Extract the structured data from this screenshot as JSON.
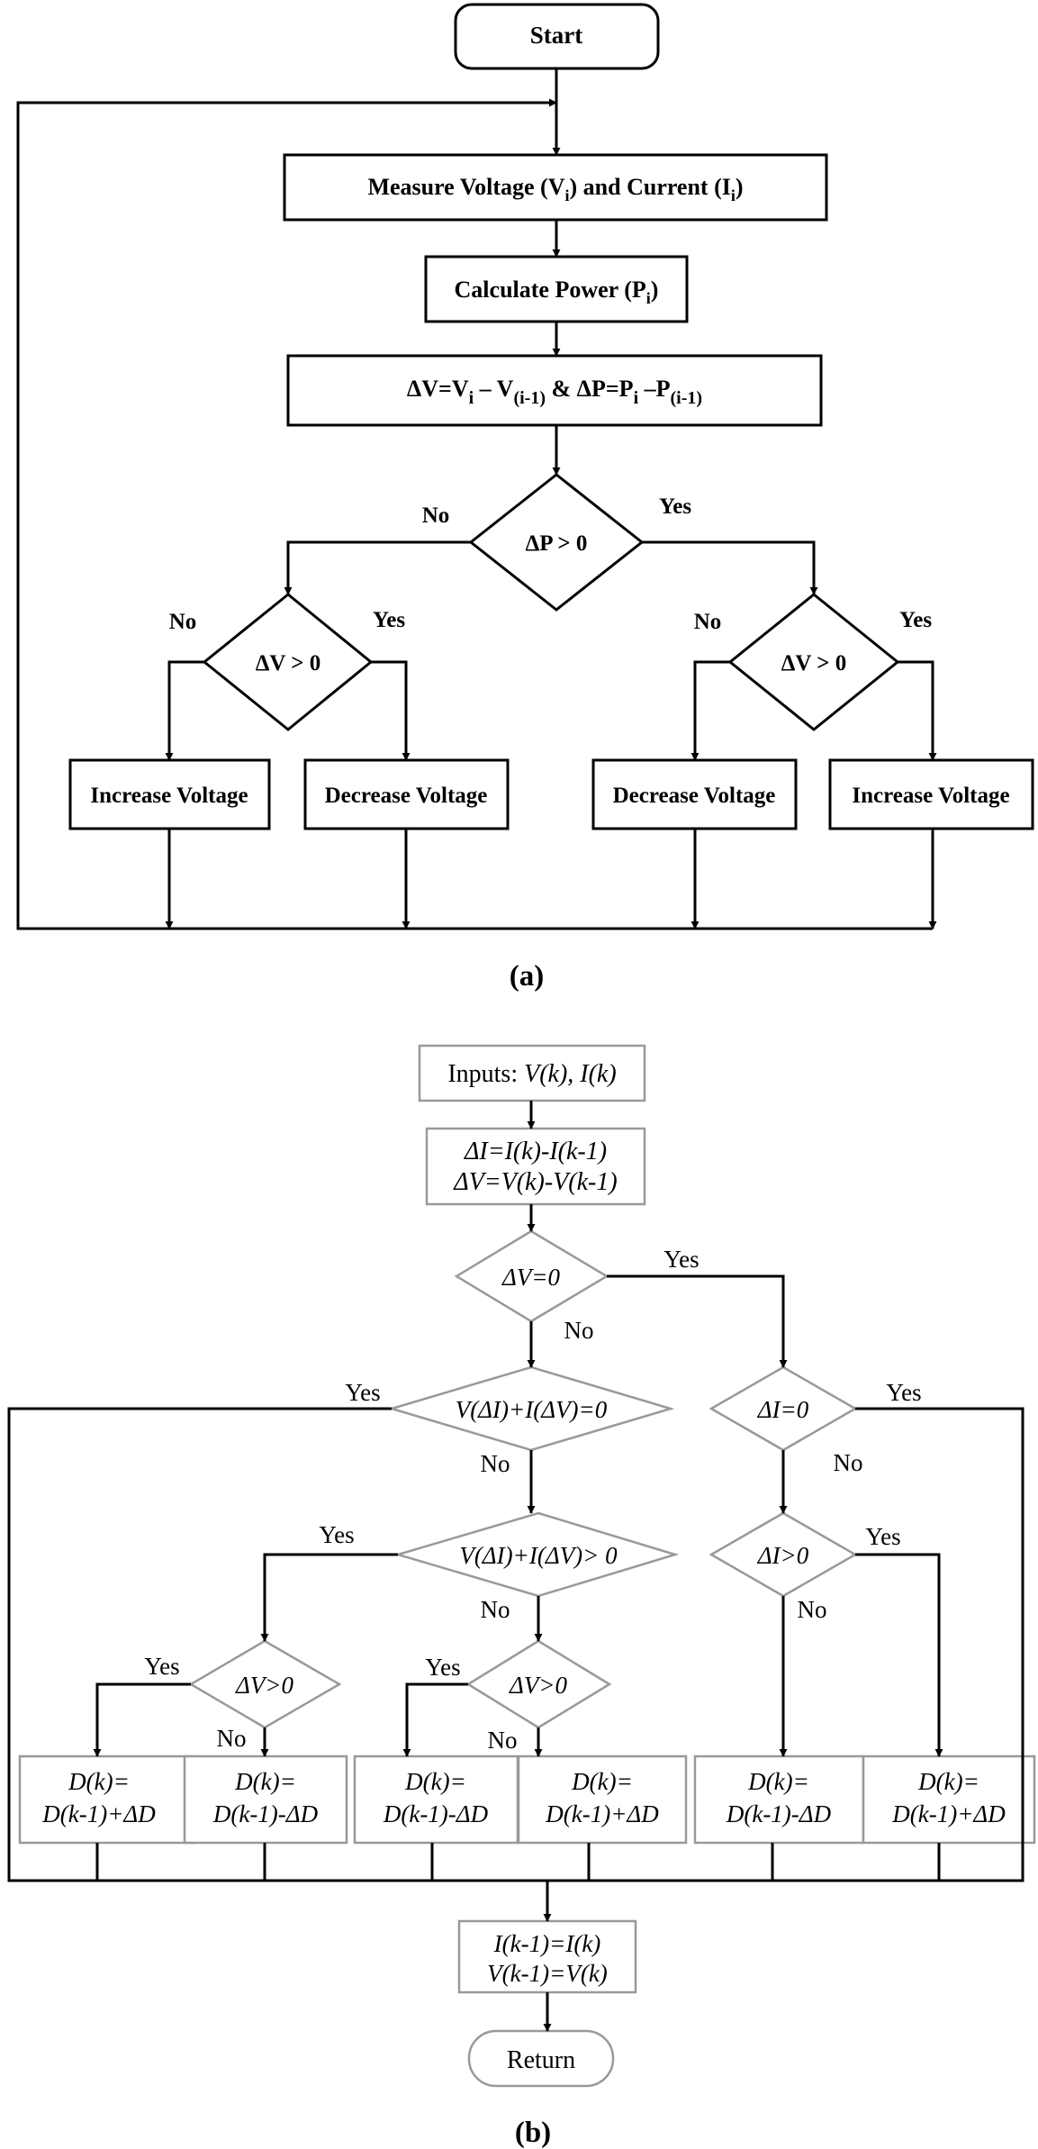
{
  "diagram_a": {
    "start": "Start",
    "measure": {
      "text": "Measure Voltage (V",
      "sub1": "i",
      "mid": ") and Current (I",
      "sub2": "i",
      "end": ")"
    },
    "calc": {
      "text": "Calculate Power (P",
      "sub": "i",
      "end": ")"
    },
    "delta": {
      "p1": "ΔV=V",
      "s1": "i",
      "p2": " – V",
      "s2": "(i-1)",
      "p3": " & ΔP=P",
      "s3": "i",
      "p4": " –P",
      "s4": "(i-1)"
    },
    "dec_p": "ΔP > 0",
    "dec_vl": "ΔV > 0",
    "dec_vr": "ΔV > 0",
    "no": "No",
    "yes": "Yes",
    "box_inc_l": "Increase Voltage",
    "box_dec_l": "Decrease Voltage",
    "box_dec_r": "Decrease Voltage",
    "box_inc_r": "Increase Voltage",
    "caption": "(a)"
  },
  "diagram_b": {
    "inputs_prefix": "Inputs: ",
    "inputs_vars": "V(k), I(k)",
    "diff_line1": "ΔI=I(k)-I(k-1)",
    "diff_line2": "ΔV=V(k)-V(k-1)",
    "dec_dv0": "ΔV=0",
    "dec_sum0": "V(ΔI)+I(ΔV)=0",
    "dec_di0": "ΔI=0",
    "dec_sumpos": "V(ΔI)+I(ΔV)> 0",
    "dec_dipos": "ΔI>0",
    "dec_dvpos_l": "ΔV>0",
    "dec_dvpos_m": "ΔV>0",
    "yes": "Yes",
    "no": "No",
    "d_label": "D(k)=",
    "d_plus": "D(k-1)+ΔD",
    "d_minus": "D(k-1)-ΔD",
    "update_line1": "I(k-1)=I(k)",
    "update_line2": "V(k-1)=V(k)",
    "return": "Return",
    "caption": "(b)"
  }
}
